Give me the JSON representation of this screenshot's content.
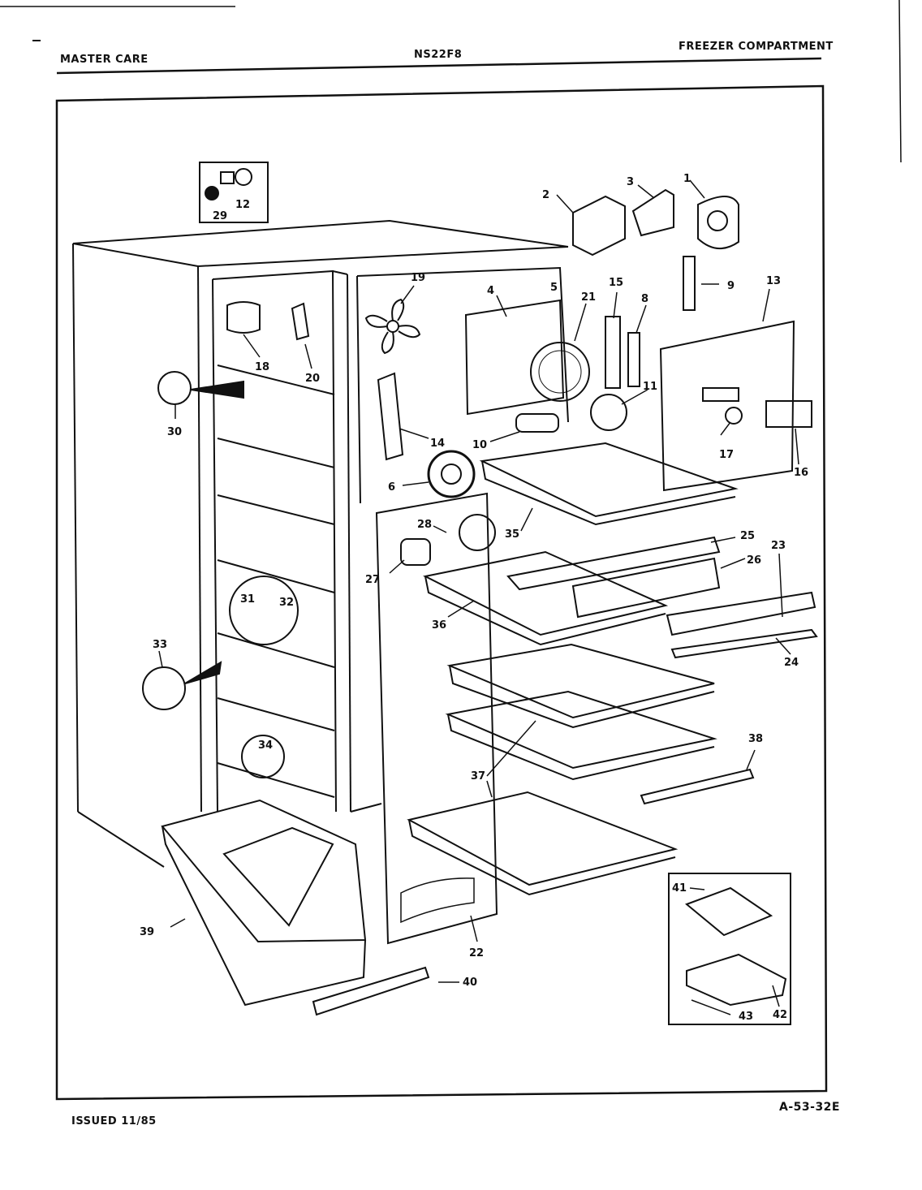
{
  "header": {
    "brand": "MASTER CARE",
    "model": "NS22F8",
    "section": "FREEZER COMPARTMENT"
  },
  "footer": {
    "issued": "ISSUED 11/85",
    "figure_code": "A-53-32E"
  },
  "callouts": {
    "c1": "1",
    "c2": "2",
    "c3": "3",
    "c4": "4",
    "c5": "5",
    "c6": "6",
    "c8": "8",
    "c9": "9",
    "c10": "10",
    "c11": "11",
    "c12": "12",
    "c13": "13",
    "c14": "14",
    "c15": "15",
    "c16": "16",
    "c17": "17",
    "c18": "18",
    "c19": "19",
    "c20": "20",
    "c21": "21",
    "c22": "22",
    "c23": "23",
    "c24": "24",
    "c25": "25",
    "c26": "26",
    "c27": "27",
    "c28": "28",
    "c29": "29",
    "c30": "30",
    "c31": "31",
    "c32": "32",
    "c33": "33",
    "c34": "34",
    "c35": "35",
    "c36": "36",
    "c37": "37",
    "c38": "38",
    "c39": "39",
    "c40": "40",
    "c41": "41",
    "c42": "42",
    "c43": "43"
  }
}
